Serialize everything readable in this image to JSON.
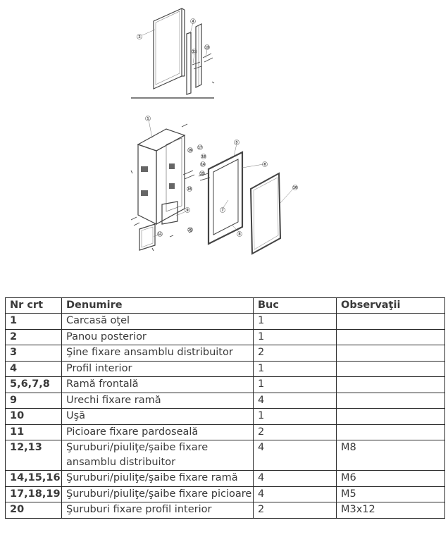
{
  "figure": {
    "callouts_top": [
      "2",
      "4",
      "12",
      "13"
    ],
    "callouts_bottom": [
      "1",
      "5",
      "6",
      "7",
      "8",
      "9",
      "10",
      "11",
      "14",
      "15",
      "16",
      "17",
      "18",
      "19",
      "20"
    ]
  },
  "table": {
    "headers": [
      "Nr crt",
      "Denumire",
      "Buc",
      "Observaţii"
    ],
    "rows": [
      {
        "nr": "1",
        "name": "Carcasă oţel",
        "qty": "1",
        "obs": ""
      },
      {
        "nr": "2",
        "name": "Panou posterior",
        "qty": "1",
        "obs": ""
      },
      {
        "nr": "3",
        "name": "Şine fixare ansamblu distribuitor",
        "qty": "2",
        "obs": ""
      },
      {
        "nr": "4",
        "name": "Profil interior",
        "qty": "1",
        "obs": ""
      },
      {
        "nr": "5,6,7,8",
        "name": "Ramă frontală",
        "qty": "1",
        "obs": ""
      },
      {
        "nr": "9",
        "name": "Urechi fixare ramă",
        "qty": "4",
        "obs": ""
      },
      {
        "nr": "10",
        "name": "Uşă",
        "qty": "1",
        "obs": ""
      },
      {
        "nr": "11",
        "name": "Picioare fixare pardoseală",
        "qty": "2",
        "obs": ""
      },
      {
        "nr": "12,13",
        "name": "Şuruburi/piuliţe/şaibe fixare ansamblu distribuitor",
        "qty": "4",
        "obs": "M8"
      },
      {
        "nr": "14,15,16",
        "name": "Şuruburi/piuliţe/şaibe fixare ramă",
        "qty": "4",
        "obs": "M6"
      },
      {
        "nr": "17,18,19",
        "name": "Şuruburi/piuliţe/şaibe fixare picioare",
        "qty": "4",
        "obs": "M5"
      },
      {
        "nr": "20",
        "name": "Şuruburi fixare profil interior",
        "qty": "2",
        "obs": "M3x12"
      }
    ]
  }
}
